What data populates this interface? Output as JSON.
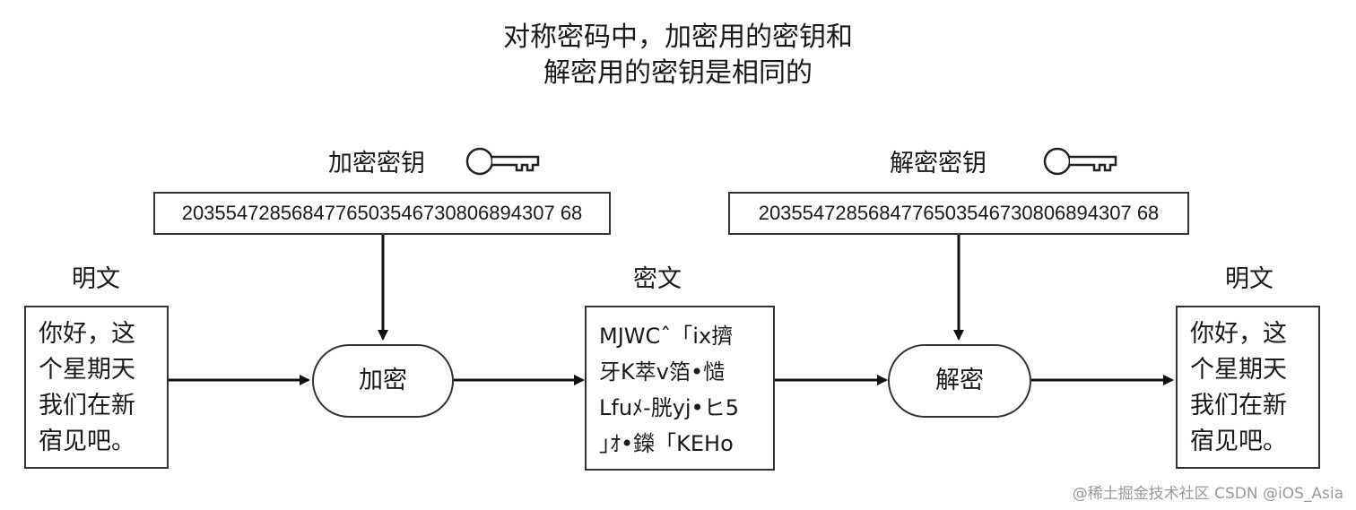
{
  "title": {
    "line1": "对称密码中，加密用的密钥和",
    "line2": "解密用的密钥是相同的"
  },
  "encrypt_key": {
    "label": "加密密钥",
    "value": "2035547285684776503546730806894307 68",
    "icon": "key-icon"
  },
  "decrypt_key": {
    "label": "解密密钥",
    "value": "2035547285684776503546730806894307 68",
    "icon": "key-icon"
  },
  "plaintext_in": {
    "label": "明文",
    "lines": [
      "你好，这",
      "个星期天",
      "我们在新",
      "宿见吧。"
    ]
  },
  "ciphertext": {
    "label": "密文",
    "lines": [
      "MJWCˆ「ix擠",
      "牙K萃v箔•慥",
      "Lfuﾒ-胱yj•ヒ5",
      "｣ｵ•鑅「KEHo"
    ]
  },
  "plaintext_out": {
    "label": "明文",
    "lines": [
      "你好，这",
      "个星期天",
      "我们在新",
      "宿见吧。"
    ]
  },
  "encrypt_step": {
    "label": "加密"
  },
  "decrypt_step": {
    "label": "解密"
  },
  "watermark": "@稀土掘金技术社区 CSDN @iOS_Asia"
}
